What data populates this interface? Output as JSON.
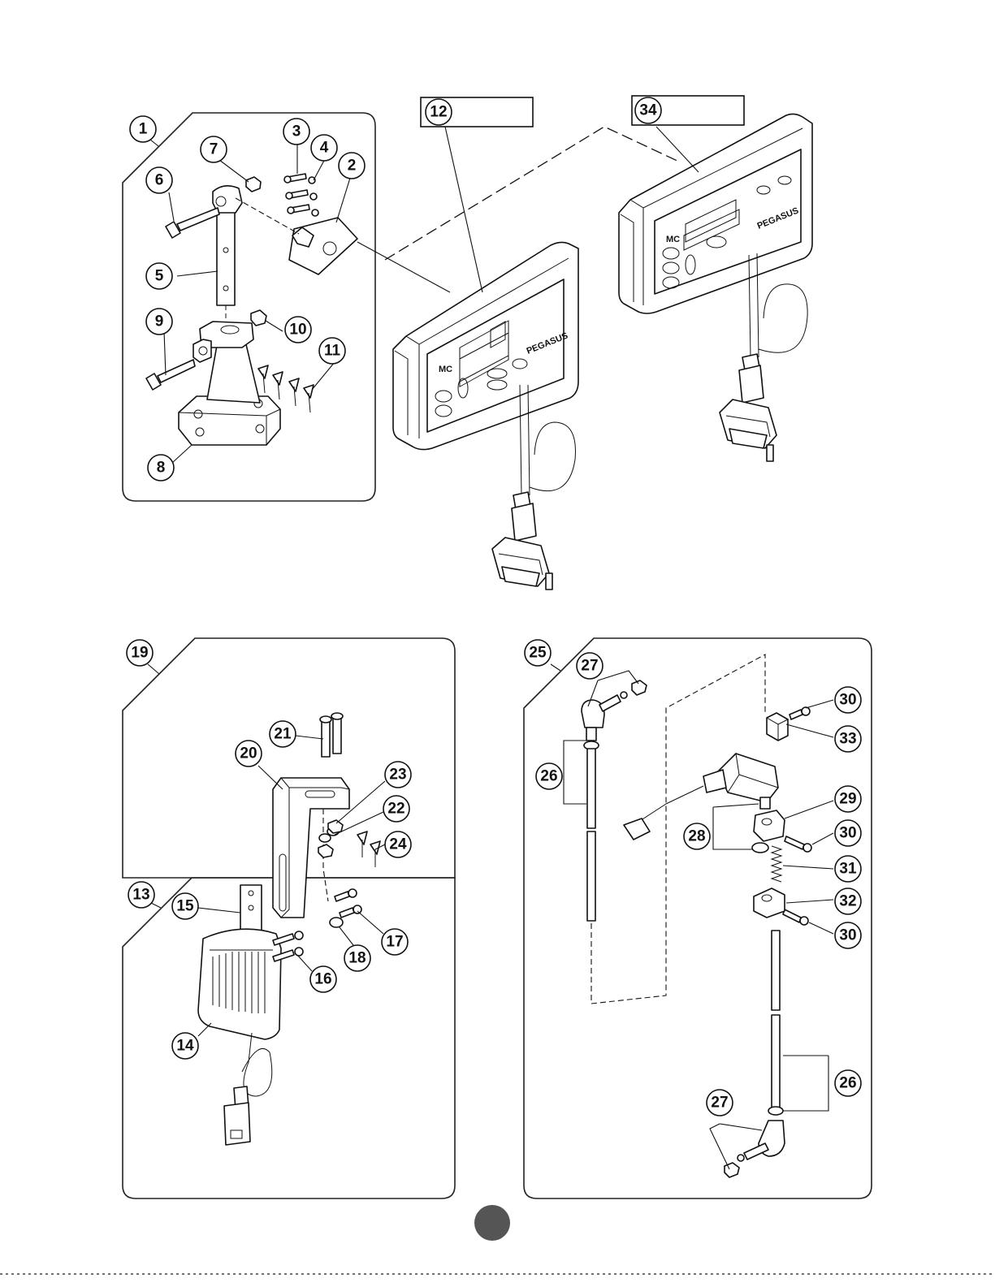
{
  "callouts": {
    "c1": "1",
    "c2": "2",
    "c3": "3",
    "c4": "4",
    "c5": "5",
    "c6": "6",
    "c7": "7",
    "c8": "8",
    "c9": "9",
    "c10": "10",
    "c11": "11",
    "c12": "12",
    "c13": "13",
    "c14": "14",
    "c15": "15",
    "c16": "16",
    "c17": "17",
    "c18": "18",
    "c19": "19",
    "c20": "20",
    "c21": "21",
    "c22": "22",
    "c23": "23",
    "c24": "24",
    "c25": "25",
    "c26a": "26",
    "c26b": "26",
    "c27a": "27",
    "c27b": "27",
    "c28": "28",
    "c29": "29",
    "c30a": "30",
    "c30b": "30",
    "c30c": "30",
    "c31": "31",
    "c32": "32",
    "c33": "33",
    "c34": "34"
  },
  "panel_labels": {
    "front_brand": "PEGASUS",
    "front_model": "MC",
    "rear_brand": "PEGASUS",
    "rear_model": "MC"
  },
  "colors": {
    "ink": "#111111",
    "page_marker": "#555555"
  }
}
